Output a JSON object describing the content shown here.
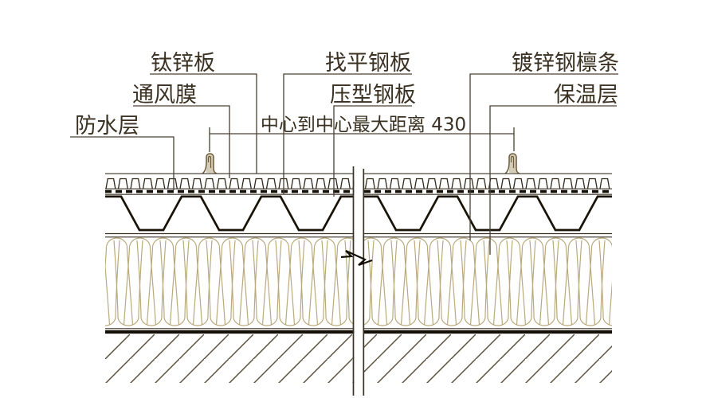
{
  "diagram": {
    "title": "metal-roof-construction-detail-section",
    "labels": {
      "titanium_zinc_panel": "钛锌板",
      "ventilation_membrane": "通风膜",
      "waterproof_layer": "防水层",
      "leveling_steel_plate": "找平钢板",
      "profiled_steel_plate": "压型钢板",
      "galvanized_steel_purlin": "镀锌钢檩条",
      "insulation_layer": "保温层"
    },
    "dimension": {
      "text": "中心到中心最大距离 430",
      "value": 430
    },
    "colors": {
      "background": "#ffffff",
      "text": "#3a3122",
      "leader_lines": "#4a4033",
      "heavy_lines": "#191206",
      "insulation_hatch": "#b9a97c",
      "structure_hatch": "#5a523c",
      "clip_fill": "#a1905f"
    }
  }
}
